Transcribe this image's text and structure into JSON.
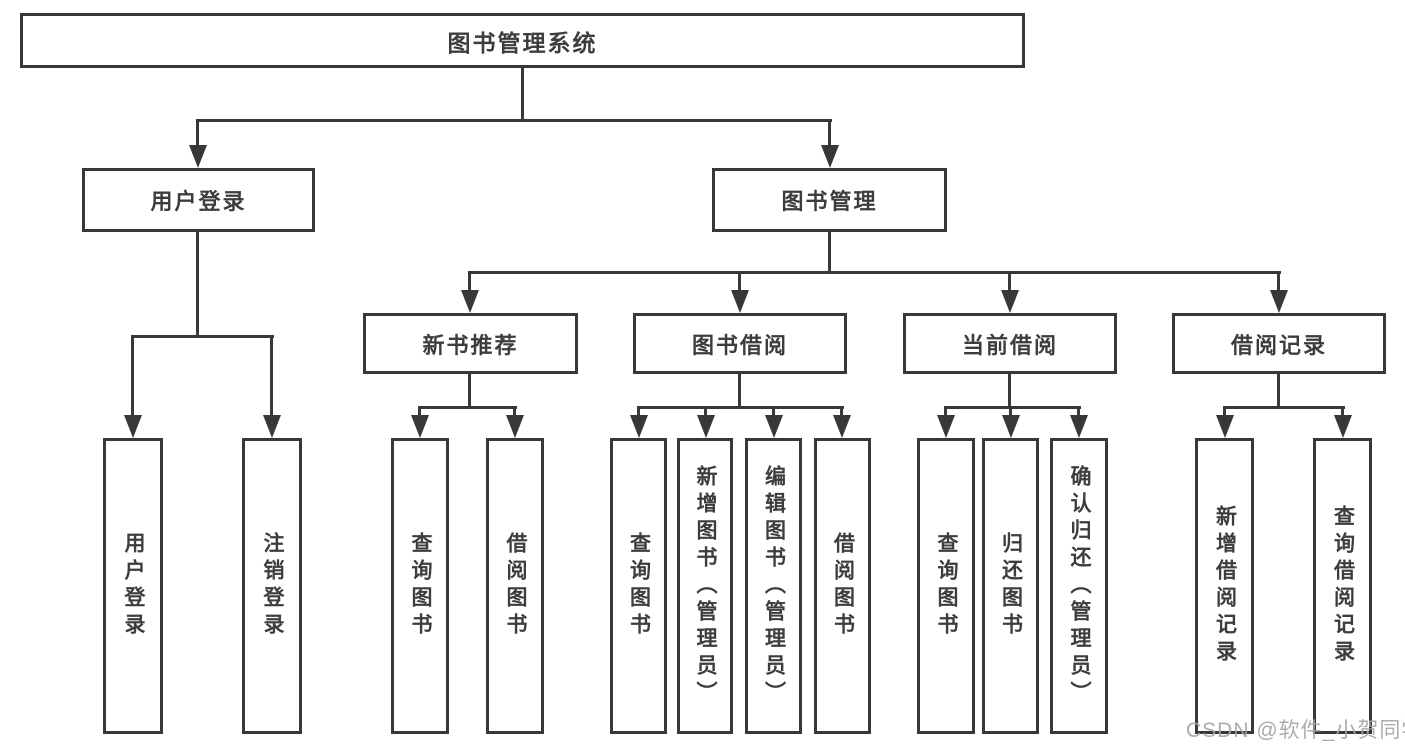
{
  "diagram": {
    "root": {
      "label": "图书管理系统"
    },
    "children": [
      {
        "label": "用户登录",
        "children": [
          {
            "label": "用户登录"
          },
          {
            "label": "注销登录"
          }
        ]
      },
      {
        "label": "图书管理",
        "children": [
          {
            "label": "新书推荐",
            "children": [
              {
                "label": "查询图书"
              },
              {
                "label": "借阅图书"
              }
            ]
          },
          {
            "label": "图书借阅",
            "children": [
              {
                "label": "查询图书"
              },
              {
                "label": "新增图书（管理员）"
              },
              {
                "label": "编辑图书（管理员）"
              },
              {
                "label": "借阅图书"
              }
            ]
          },
          {
            "label": "当前借阅",
            "children": [
              {
                "label": "查询图书"
              },
              {
                "label": "归还图书"
              },
              {
                "label": "确认归还（管理员）"
              }
            ]
          },
          {
            "label": "借阅记录",
            "children": [
              {
                "label": "新增借阅记录"
              },
              {
                "label": "查询借阅记录"
              }
            ]
          }
        ]
      }
    ]
  },
  "watermark": {
    "text": "CSDN @软件_小贺同学"
  },
  "colors": {
    "line": "#383838",
    "text": "#3d3d3d",
    "watermark": "#a5a5a5",
    "background": "#ffffff"
  }
}
